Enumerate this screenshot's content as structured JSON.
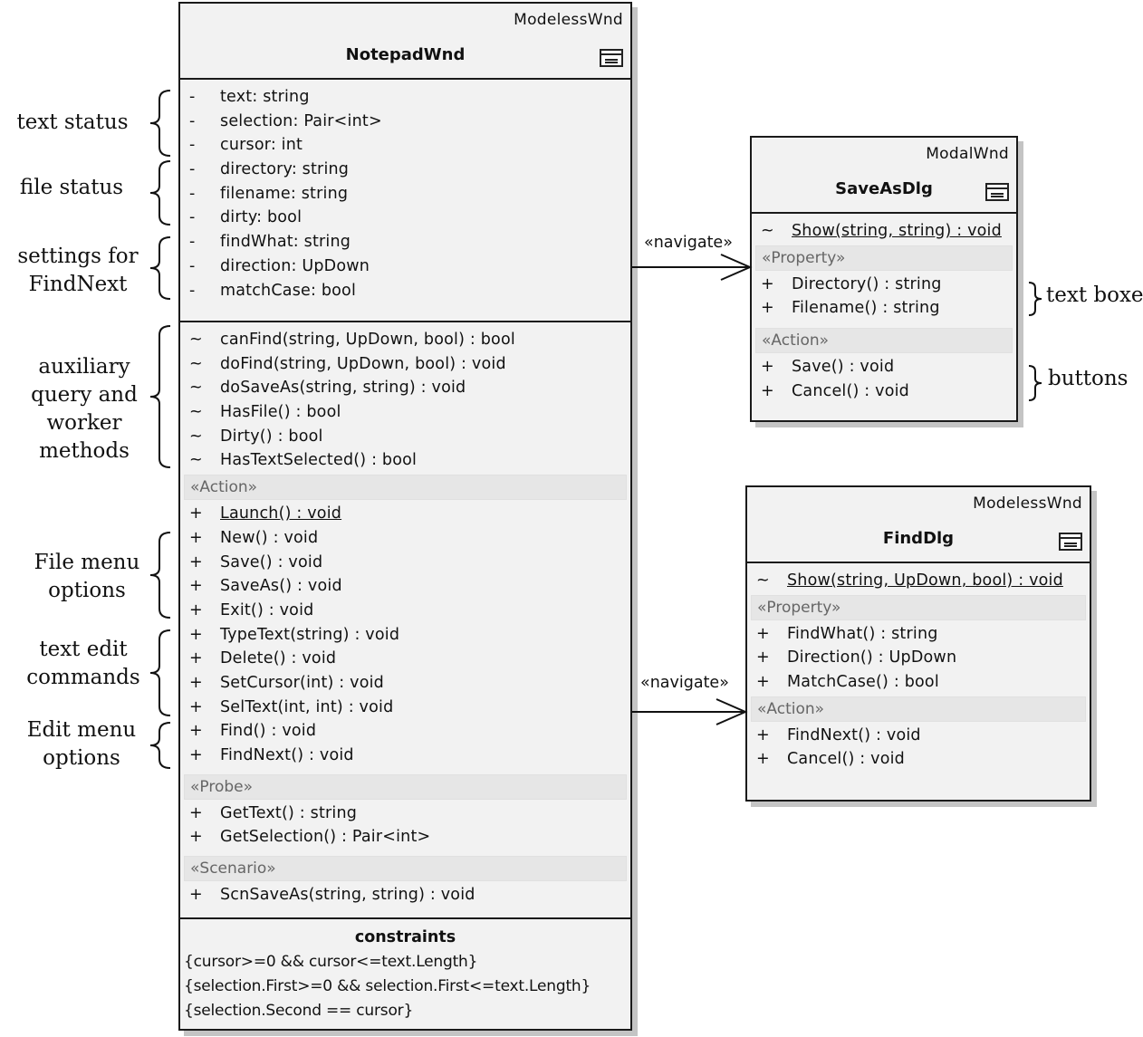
{
  "notepad": {
    "stereotype": "ModelessWnd",
    "name": "NotepadWnd",
    "attributes": [
      {
        "vis": "-",
        "text": "text:  string"
      },
      {
        "vis": "-",
        "text": "selection:  Pair<int>"
      },
      {
        "vis": "-",
        "text": "cursor:  int"
      },
      {
        "vis": "-",
        "text": "directory:  string"
      },
      {
        "vis": "-",
        "text": "filename:  string"
      },
      {
        "vis": "-",
        "text": "dirty:  bool"
      },
      {
        "vis": "-",
        "text": "findWhat:  string"
      },
      {
        "vis": "-",
        "text": "direction:  UpDown"
      },
      {
        "vis": "-",
        "text": "matchCase:  bool"
      }
    ],
    "helpers": [
      {
        "vis": "~",
        "text": "canFind(string, UpDown, bool) : bool"
      },
      {
        "vis": "~",
        "text": "doFind(string, UpDown, bool) : void"
      },
      {
        "vis": "~",
        "text": "doSaveAs(string, string) : void"
      },
      {
        "vis": "~",
        "text": "HasFile() : bool"
      },
      {
        "vis": "~",
        "text": "Dirty() : bool"
      },
      {
        "vis": "~",
        "text": "HasTextSelected() : bool"
      }
    ],
    "action_band": "«Action»",
    "actions": [
      {
        "vis": "+",
        "text": "Launch() : void"
      },
      {
        "vis": "+",
        "text": "New() : void"
      },
      {
        "vis": "+",
        "text": "Save() : void"
      },
      {
        "vis": "+",
        "text": "SaveAs() : void"
      },
      {
        "vis": "+",
        "text": "Exit() : void"
      },
      {
        "vis": "+",
        "text": "TypeText(string) : void"
      },
      {
        "vis": "+",
        "text": "Delete() : void"
      },
      {
        "vis": "+",
        "text": "SetCursor(int) : void"
      },
      {
        "vis": "+",
        "text": "SelText(int, int) : void"
      },
      {
        "vis": "+",
        "text": "Find() : void"
      },
      {
        "vis": "+",
        "text": "FindNext() : void"
      }
    ],
    "probe_band": "«Probe»",
    "probes": [
      {
        "vis": "+",
        "text": "GetText() : string"
      },
      {
        "vis": "+",
        "text": "GetSelection() : Pair<int>"
      }
    ],
    "scenario_band": "«Scenario»",
    "scenarios": [
      {
        "vis": "+",
        "text": "ScnSaveAs(string, string) : void"
      }
    ],
    "constraints_title": "constraints",
    "constraints": [
      "{cursor>=0 && cursor<=text.Length}",
      "{selection.First>=0 && selection.First<=text.Length}",
      "{selection.Second == cursor}"
    ]
  },
  "saveas": {
    "stereotype": "ModalWnd",
    "name": "SaveAsDlg",
    "show": {
      "vis": "~",
      "text": "Show(string, string) : void"
    },
    "property_band": "«Property»",
    "properties": [
      {
        "vis": "+",
        "text": "Directory() : string"
      },
      {
        "vis": "+",
        "text": "Filename() : string"
      }
    ],
    "action_band": "«Action»",
    "actions": [
      {
        "vis": "+",
        "text": "Save() : void"
      },
      {
        "vis": "+",
        "text": "Cancel() : void"
      }
    ]
  },
  "find": {
    "stereotype": "ModelessWnd",
    "name": "FindDlg",
    "show": {
      "vis": "~",
      "text": "Show(string, UpDown, bool) : void"
    },
    "property_band": "«Property»",
    "properties": [
      {
        "vis": "+",
        "text": "FindWhat() : string"
      },
      {
        "vis": "+",
        "text": "Direction() : UpDown"
      },
      {
        "vis": "+",
        "text": "MatchCase() : bool"
      }
    ],
    "action_band": "«Action»",
    "actions": [
      {
        "vis": "+",
        "text": "FindNext() : void"
      },
      {
        "vis": "+",
        "text": "Cancel() : void"
      }
    ]
  },
  "navigate_label": "«navigate»",
  "left_notes": [
    {
      "text": "text status"
    },
    {
      "text": "file status"
    },
    {
      "text": "settings for\nFindNext"
    },
    {
      "text": "auxiliary\nquery and\nworker\nmethods"
    },
    {
      "text": "File menu\noptions"
    },
    {
      "text": "text edit\ncommands"
    },
    {
      "text": "Edit menu\noptions"
    }
  ],
  "right_notes": [
    {
      "text": "text boxes"
    },
    {
      "text": "buttons"
    }
  ]
}
